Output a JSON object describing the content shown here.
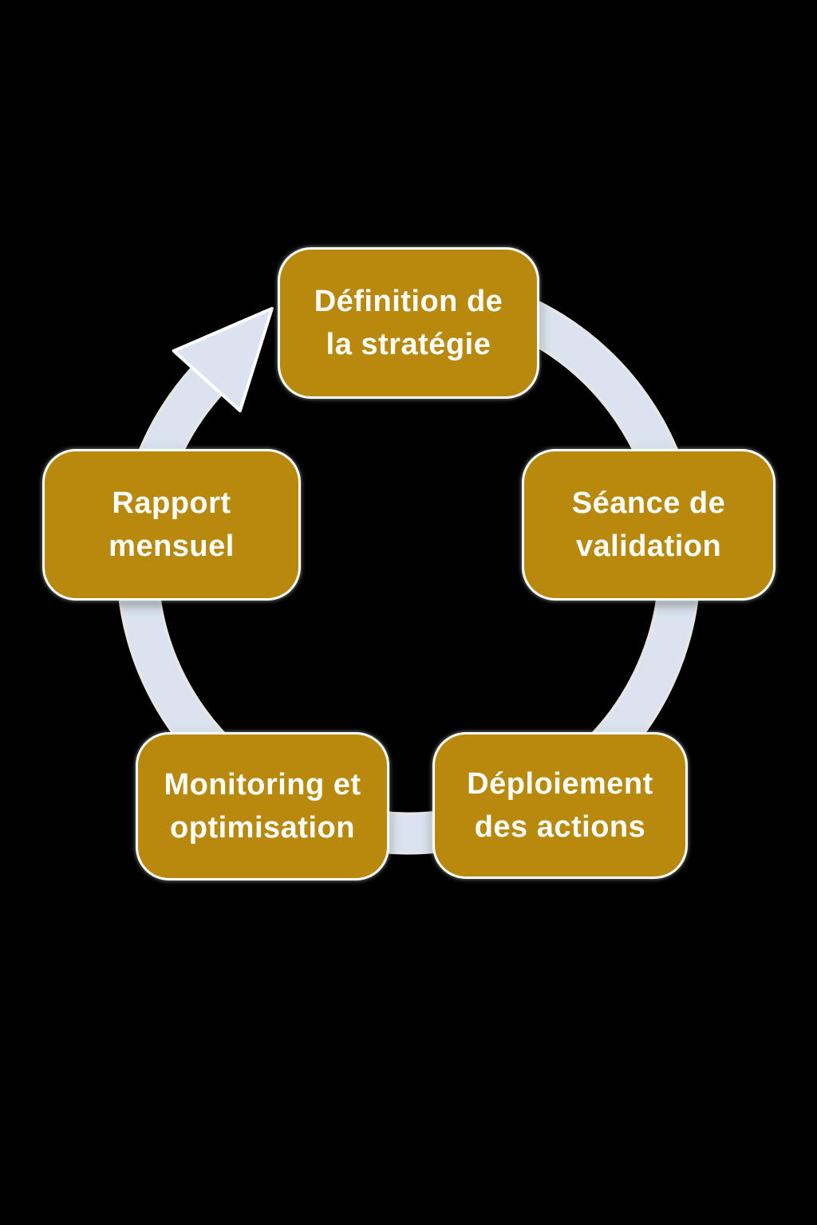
{
  "theme": {
    "background_color": "#000000",
    "box_fill": "#B9890D",
    "box_border": "#FFFFFF",
    "text_color": "#FFFFFF",
    "arrow_fill": "#DAE3EF",
    "arrow_halo": "#FFFFFF"
  },
  "diagram": {
    "type": "cycle",
    "direction": "clockwise",
    "steps": [
      {
        "position": "top",
        "label": "Définition de la stratégie",
        "line1": "Définition de",
        "line2": "la stratégie"
      },
      {
        "position": "right",
        "label": "Séance de validation",
        "line1": "Séance de",
        "line2": "validation"
      },
      {
        "position": "bottom-right",
        "label": "Déploiement des actions",
        "line1": "Déploiement",
        "line2": "des actions"
      },
      {
        "position": "bottom-left",
        "label": "Monitoring et optimisation",
        "line1": "Monitoring et",
        "line2": "optimisation"
      },
      {
        "position": "left",
        "label": "Rapport mensuel",
        "line1": "Rapport",
        "line2": "mensuel"
      }
    ]
  }
}
